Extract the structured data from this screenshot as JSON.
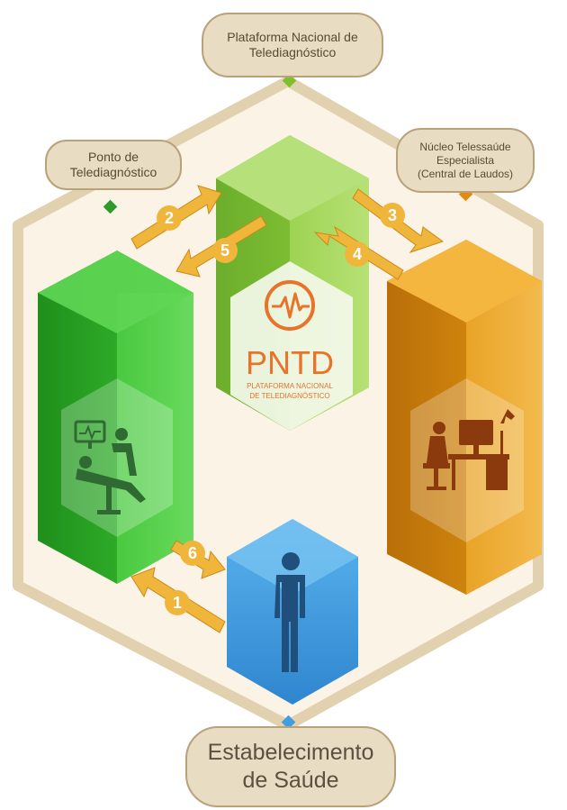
{
  "labels": {
    "plataforma": [
      "Plataforma Nacional de",
      "Telediagnóstico"
    ],
    "ponto": [
      "Ponto de",
      "Telediagnóstico"
    ],
    "nucleo": [
      "Núcleo Telessaúde",
      "Especialista",
      "(Central de Laudos)"
    ],
    "estabelecimento": [
      "Estabelecimento",
      "de Saúde"
    ]
  },
  "pntd": {
    "title": "PNTD",
    "subtitle_line1": "PLATAFORMA NACIONAL",
    "subtitle_line2": "DE TELEDIAGNÓSTICO"
  },
  "steps": [
    "1",
    "2",
    "3",
    "4",
    "5",
    "6"
  ],
  "colors": {
    "green": "#3fbf34",
    "lime": "#8fcc3a",
    "orange": "#e89a12",
    "blue": "#3f9de0",
    "arrow": "#f0b63c",
    "frame": "#e5d6b8",
    "background": "#fbf3e6",
    "pntd_accent": "#e8732a"
  },
  "icons": [
    "ecg-icon",
    "patient-exam-icon",
    "doctor-desk-icon",
    "person-icon"
  ]
}
